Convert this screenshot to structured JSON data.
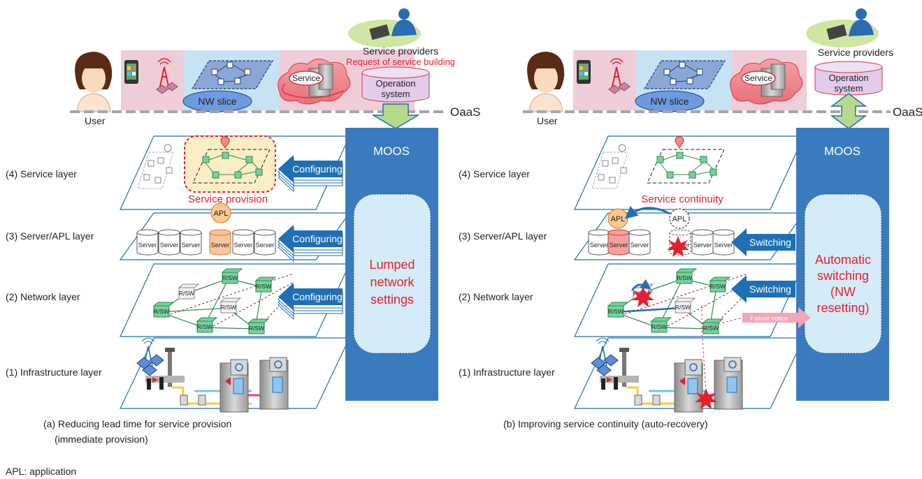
{
  "panels": [
    {
      "id": "a",
      "user_label": "User",
      "slice_label": "NW slice",
      "service_label": "Service",
      "provider_label": "Service providers",
      "request_label": "Request of service building",
      "opsys_label": [
        "Operation",
        "system"
      ],
      "oaas_label": "OaaS",
      "moos_label": "MOOS",
      "moos_body": [
        "Lumped",
        "network",
        "settings"
      ],
      "layers": [
        "(4) Service layer",
        "(3) Server/APL layer",
        "(2) Network layer",
        "(1) Infrastructure layer"
      ],
      "arrows": [
        "Configuring",
        "Configuring",
        "Configuring"
      ],
      "service_caption": "Service provision",
      "apl_label": "APL",
      "server_label": "Server",
      "rsw_label": "R/SW",
      "caption": [
        "(a) Reducing lead time for service provision",
        "(immediate provision)"
      ]
    },
    {
      "id": "b",
      "user_label": "User",
      "slice_label": "NW slice",
      "service_label": "Service",
      "provider_label": "Service providers",
      "opsys_label": [
        "Operation",
        "system"
      ],
      "oaas_label": "OaaS",
      "moos_label": "MOOS",
      "moos_body": [
        "Automatic",
        "switching",
        "(NW",
        "resetting)"
      ],
      "layers": [
        "(4) Service layer",
        "(3) Server/APL layer",
        "(2) Network layer",
        "(1) Infrastructure layer"
      ],
      "arrows": [
        "Switching",
        "Switching"
      ],
      "failure_label": "Failure notice",
      "service_caption": "Service continuity",
      "apl_label": "APL",
      "server_label": "Server",
      "rsw_label": "R/SW",
      "caption": [
        "(b) Improving service continuity (auto-recovery)"
      ]
    }
  ],
  "footnote": "APL: application",
  "colors": {
    "moos_blue": "#3a7bbf",
    "arrow_blue": "#1f6fb5",
    "pink": "#efcdd8",
    "light_blue": "#c6e2f3",
    "green_node": "#6fcf87",
    "alert_red": "#e5202e",
    "dashed_gray": "#a6a6a6"
  }
}
